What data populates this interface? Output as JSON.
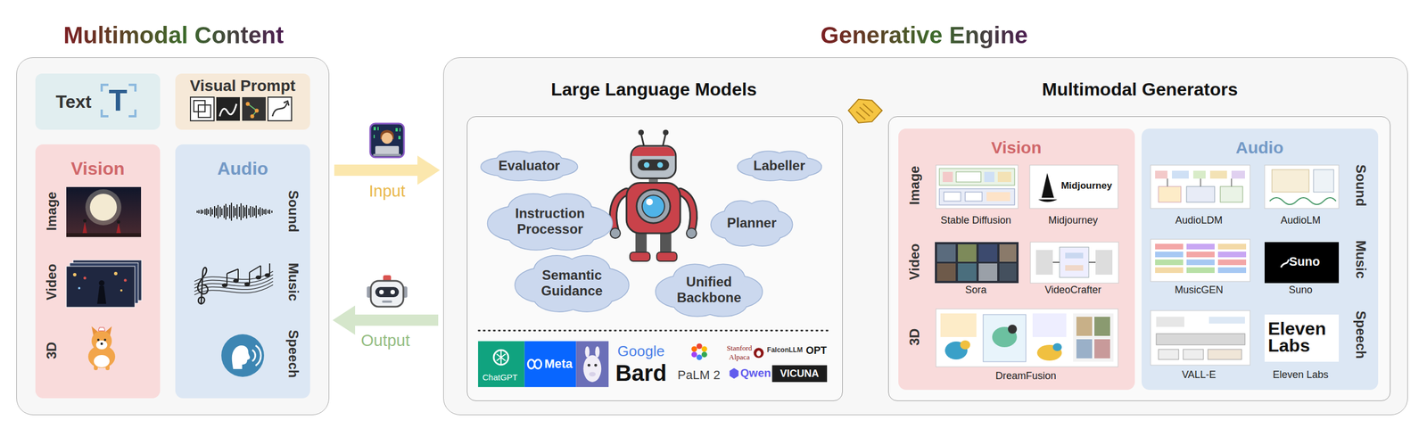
{
  "diagram": {
    "nodes": [
      {
        "text": [
          "Multimodal Content"
        ]
      },
      {
        "text": [
          "Text"
        ],
        "in": 0
      },
      {
        "text": [
          "Visual Prompt"
        ],
        "in": 0
      },
      {
        "text": [
          "Vision"
        ],
        "in": 0
      },
      {
        "text": [
          "Audio"
        ],
        "in": 0
      },
      {
        "text": [
          "Generative Engine"
        ]
      },
      {
        "text": [
          "Large Language Models"
        ],
        "in": 5
      },
      {
        "text": [
          "Evaluator"
        ],
        "in": 6
      },
      {
        "text": [
          "Labeller"
        ],
        "in": 6
      },
      {
        "text": [
          "Instruction Processor"
        ],
        "in": 6
      },
      {
        "text": [
          "Planner"
        ],
        "in": 6
      },
      {
        "text": [
          "Semantic Guidance"
        ],
        "in": 6
      },
      {
        "text": [
          "Unified Backbone"
        ],
        "in": 6
      },
      {
        "text": [
          "Multimodal Generators"
        ],
        "in": 5
      },
      {
        "text": [
          "Vision"
        ],
        "in": 13
      },
      {
        "text": [
          "Audio"
        ],
        "in": 13
      }
    ],
    "edges": [
      {
        "from": 0,
        "to": 5,
        "label": "Input",
        "arrow": "to"
      },
      {
        "from": 5,
        "to": 0,
        "label": "Output",
        "arrow": "to"
      }
    ],
    "labels": [
      "Image",
      "Video",
      "3D",
      "Sound",
      "Music",
      "Speech",
      "T",
      "ChatGPT",
      "Meta",
      "Google",
      "Bard",
      "PaLM 2",
      "Stanford",
      "Alpaca",
      "FalconLLM",
      "OPT",
      "Qwen",
      "VICUNA",
      "Image",
      "Video",
      "3D",
      "Midjourney",
      "Stable Diffusion",
      "Midjourney",
      "Sora",
      "VideoCrafter",
      "DreamFusion",
      "Sound",
      "Music",
      "Speech",
      "Suno",
      "Eleven Labs",
      "AudioLDM",
      "AudioLM",
      "MusicGEN",
      "Suno",
      "VALL-E",
      "Eleven Labs"
    ]
  }
}
